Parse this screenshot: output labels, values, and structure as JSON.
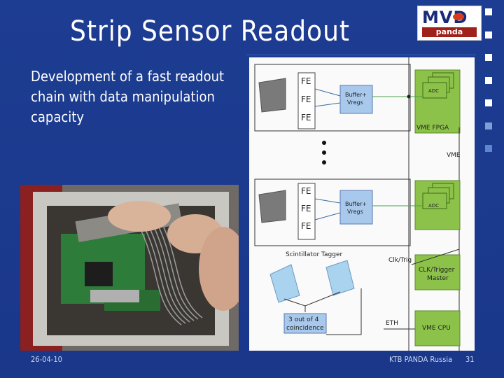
{
  "slide": {
    "title": "Strip Sensor Readout",
    "description": "Development of a fast readout chain with data manipulation capacity",
    "logo": {
      "line1": "MVD",
      "line2": "panda"
    },
    "footer": {
      "date": "26-04-10",
      "org": "KTB  PANDA Russia",
      "page": "31"
    }
  },
  "diagram": {
    "fe_labels": [
      "FE",
      "FE",
      "FE",
      "FE",
      "FE",
      "FE"
    ],
    "buffer_label_1": "Buffer+",
    "buffer_label_2": "Vregs",
    "adc_label": "ADC",
    "vme_fpga": "VME FPGA",
    "vme": "VME",
    "clk_trig": "Clk/Trig",
    "trigger_1": "CLK/Trigger",
    "trigger_2": "Master",
    "scint": "Scintillator Tagger",
    "coinc_1": "3 out of 4",
    "coinc_2": "coincidence",
    "eth": "ETH",
    "cpu": "VME CPU"
  },
  "colors": {
    "background": "#1c3a8c",
    "green_box": "#8cc24a",
    "blue_box": "#a8c8ec"
  }
}
